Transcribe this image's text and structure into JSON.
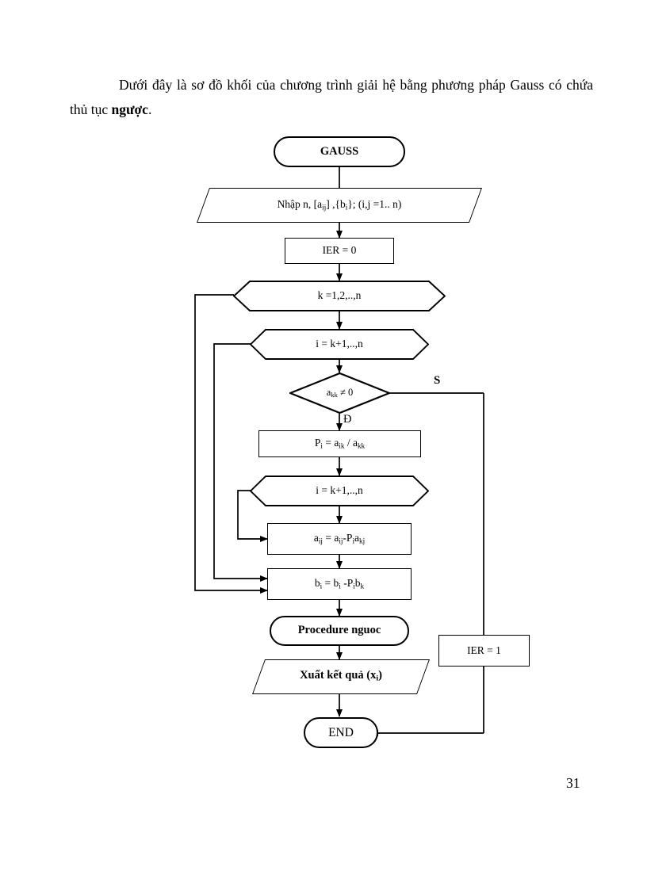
{
  "document": {
    "paragraph_line1": "Dưới đây là sơ đồ khối của chương trình giải hệ bằng phương pháp Gauss",
    "paragraph_line2_prefix": "có chứa thủ tục ",
    "paragraph_line2_bold": "ngược",
    "paragraph_line2_suffix": ".",
    "page_number": "31"
  },
  "flowchart": {
    "title": "GAUSS flowchart",
    "nodes": {
      "start": {
        "label": "GAUSS",
        "shape": "terminator"
      },
      "input": {
        "label": "Nhập n, [a",
        "label_sub1": "ij",
        "label_mid": "] ,{b",
        "label_sub2": "i",
        "label_end": "}; (i,j =1.. n)",
        "shape": "parallelogram"
      },
      "ier0": {
        "label": "IER = 0",
        "shape": "process"
      },
      "loop_k": {
        "label": "k =1,2,..,n",
        "shape": "hexagon"
      },
      "loop_i1": {
        "label": "i = k+1,..,n",
        "shape": "hexagon"
      },
      "decision": {
        "label_a": "a",
        "label_sub": "kk",
        "label_rest": " ≠ 0",
        "shape": "diamond"
      },
      "pi": {
        "label_p": "P",
        "sub_p": "i",
        "eq": " = a",
        "sub_a1": "ik",
        "slash": " / a",
        "sub_a2": "kk",
        "shape": "process"
      },
      "loop_i2": {
        "label": "i = k+1,..,n",
        "shape": "hexagon"
      },
      "aij": {
        "t1": "a",
        "s1": "ij",
        "t2": " = a",
        "s2": "ij",
        "t3": "-P",
        "s3": "i",
        "t4": "a",
        "s4": "kj",
        "shape": "process"
      },
      "bi": {
        "t1": "b",
        "s1": "i",
        "t2": " = b",
        "s2": "i",
        "t3": " -P",
        "s3": "i",
        "t4": "b",
        "s4": "k",
        "shape": "process"
      },
      "procedure": {
        "label": "Procedure nguoc",
        "shape": "terminator"
      },
      "output": {
        "label": "Xuất kết quả (x",
        "label_sub": "i",
        "label_end": ")",
        "shape": "parallelogram"
      },
      "ier1": {
        "label": "IER = 1",
        "shape": "process"
      },
      "end": {
        "label": "END",
        "shape": "terminator"
      }
    },
    "branch_labels": {
      "false_branch": "S",
      "true_branch": "Đ"
    },
    "colors": {
      "stroke": "#000000",
      "fill": "#ffffff"
    }
  }
}
